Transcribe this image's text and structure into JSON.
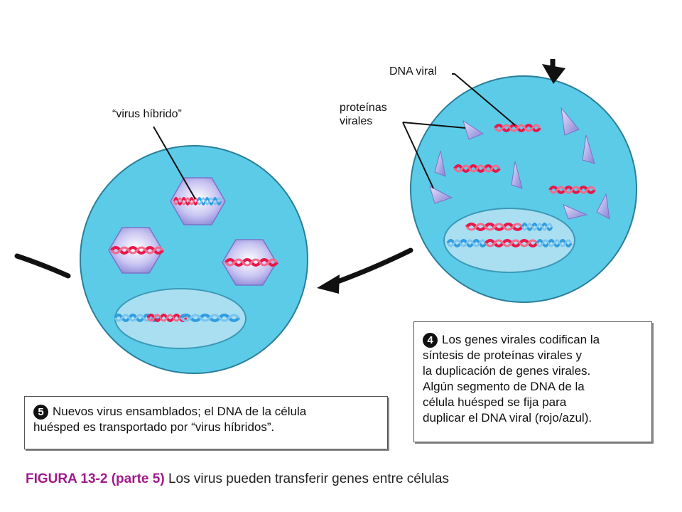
{
  "labels": {
    "dna_viral": "DNA viral",
    "proteinas_line1": "proteínas",
    "proteinas_line2": "virales",
    "virus_hibrido": "“virus híbrido”"
  },
  "step4": {
    "number": "4",
    "lines": [
      "Los genes virales codifican la",
      "síntesis de proteínas virales y",
      "la duplicación de genes virales.",
      "Algún segmento de DNA de la",
      "célula huésped se fija para",
      "duplicar el DNA viral (rojo/azul)."
    ]
  },
  "step5": {
    "number": "5",
    "lines": [
      "Nuevos virus ensamblados; el DNA de la célula",
      "huésped es transportado por “virus híbridos”."
    ]
  },
  "caption": {
    "lead": "FIGURA 13-2 (parte 5)",
    "rest": " Los virus pueden transferir genes entre células"
  },
  "colors": {
    "cell_fill": "#5ccbe8",
    "cell_stroke": "#2a7f9a",
    "nucleus_fill": "#a9dff0",
    "viral_dna": "#e8184a",
    "host_dna": "#2f9de0",
    "protein": "#a9a6e6",
    "caption_accent": "#a01a8c"
  }
}
